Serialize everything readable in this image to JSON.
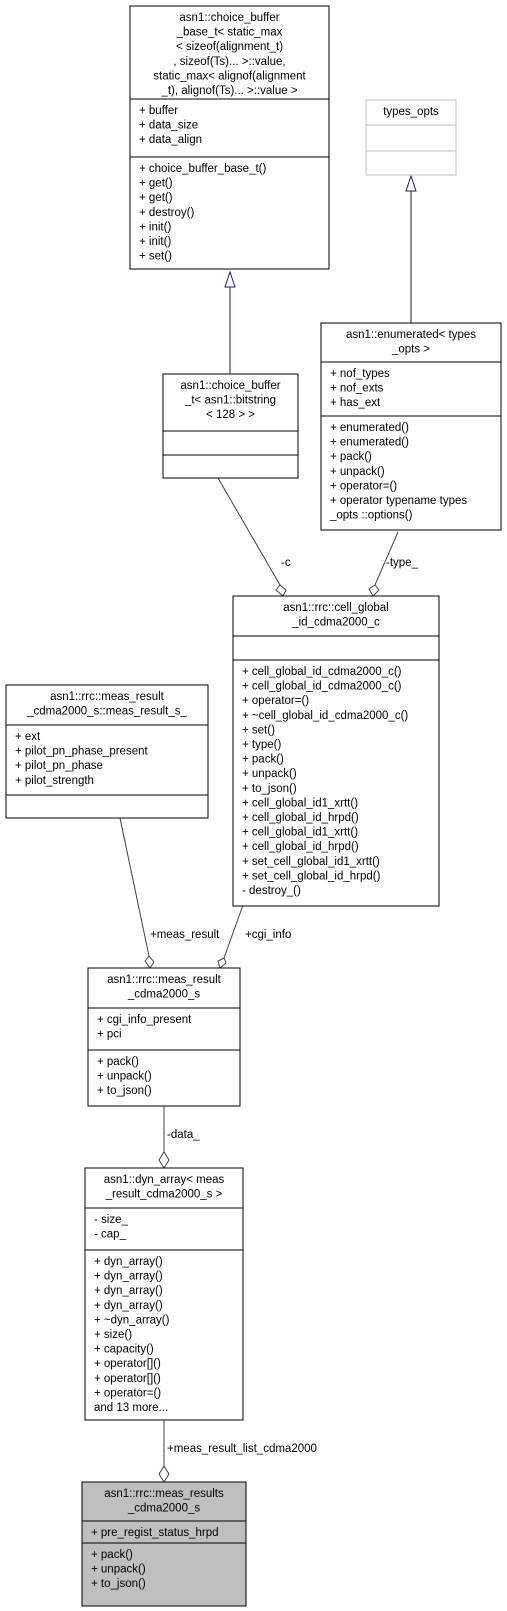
{
  "colors": {
    "box_stroke": "#000000",
    "focus_fill": "#bfbfbf",
    "faded_stroke": "#bfbfbf",
    "inherit_edge": "#191970",
    "assoc_edge": "#404040"
  },
  "classes": {
    "choice_buffer_base": {
      "title": [
        "asn1::choice_buffer",
        "_base_t< static_max",
        "< sizeof(alignment_t)",
        ", sizeof(Ts)... >::value,",
        " static_max< alignof(alignment",
        "_t), alignof(Ts)... >::value >"
      ],
      "attributes": [
        "+ buffer",
        "+ data_size",
        "+ data_align"
      ],
      "methods": [
        "+ choice_buffer_base_t()",
        "+ get()",
        "+ get()",
        "+ destroy()",
        "+ init()",
        "+ init()",
        "+ set()"
      ]
    },
    "types_opts": {
      "title": [
        "types_opts"
      ],
      "attributes": [],
      "methods": []
    },
    "choice_buffer_bitstring": {
      "title": [
        "asn1::choice_buffer",
        "_t< asn1::bitstring",
        "< 128 > >"
      ],
      "attributes": [],
      "methods": []
    },
    "enumerated_types_opts": {
      "title": [
        "asn1::enumerated< types",
        "_opts >"
      ],
      "attributes": [
        "+ nof_types",
        "+ nof_exts",
        "+ has_ext"
      ],
      "methods": [
        "+ enumerated()",
        "+ enumerated()",
        "+ pack()",
        "+ unpack()",
        "+ operator=()",
        "+ operator typename types",
        "_opts ::options()"
      ]
    },
    "cell_global_id": {
      "title": [
        "asn1::rrc::cell_global",
        "_id_cdma2000_c"
      ],
      "attributes": [],
      "methods": [
        "+ cell_global_id_cdma2000_c()",
        "+ cell_global_id_cdma2000_c()",
        "+ operator=()",
        "+ ~cell_global_id_cdma2000_c()",
        "+ set()",
        "+ type()",
        "+ pack()",
        "+ unpack()",
        "+ to_json()",
        "+ cell_global_id1_xrtt()",
        "+ cell_global_id_hrpd()",
        "+ cell_global_id1_xrtt()",
        "+ cell_global_id_hrpd()",
        "+ set_cell_global_id1_xrtt()",
        "+ set_cell_global_id_hrpd()",
        "- destroy_()"
      ]
    },
    "meas_result_s": {
      "title": [
        "asn1::rrc::meas_result",
        "_cdma2000_s::meas_result_s_"
      ],
      "attributes": [
        "+ ext",
        "+ pilot_pn_phase_present",
        "+ pilot_pn_phase",
        "+ pilot_strength"
      ],
      "methods": []
    },
    "meas_result_cdma2000": {
      "title": [
        "asn1::rrc::meas_result",
        "_cdma2000_s"
      ],
      "attributes": [
        "+ cgi_info_present",
        "+ pci"
      ],
      "methods": [
        "+ pack()",
        "+ unpack()",
        "+ to_json()"
      ]
    },
    "dyn_array": {
      "title": [
        "asn1::dyn_array< meas",
        "_result_cdma2000_s >"
      ],
      "attributes": [
        "- size_",
        "- cap_"
      ],
      "methods": [
        "+ dyn_array()",
        "+ dyn_array()",
        "+ dyn_array()",
        "+ dyn_array()",
        "+ ~dyn_array()",
        "+ size()",
        "+ capacity()",
        "+ operator[]()",
        "+ operator[]()",
        "+ operator=()",
        "and 13 more..."
      ]
    },
    "meas_results": {
      "title": [
        "asn1::rrc::meas_results",
        "_cdma2000_s"
      ],
      "attributes": [
        "+ pre_regist_status_hrpd"
      ],
      "methods": [
        "+ pack()",
        "+ unpack()",
        "+ to_json()"
      ]
    }
  },
  "edge_labels": {
    "c": "-c",
    "type": "-type_",
    "meas_result": "+meas_result",
    "cgi_info": "+cgi_info",
    "data": "-data_",
    "list": "+meas_result_list_cdma2000"
  }
}
